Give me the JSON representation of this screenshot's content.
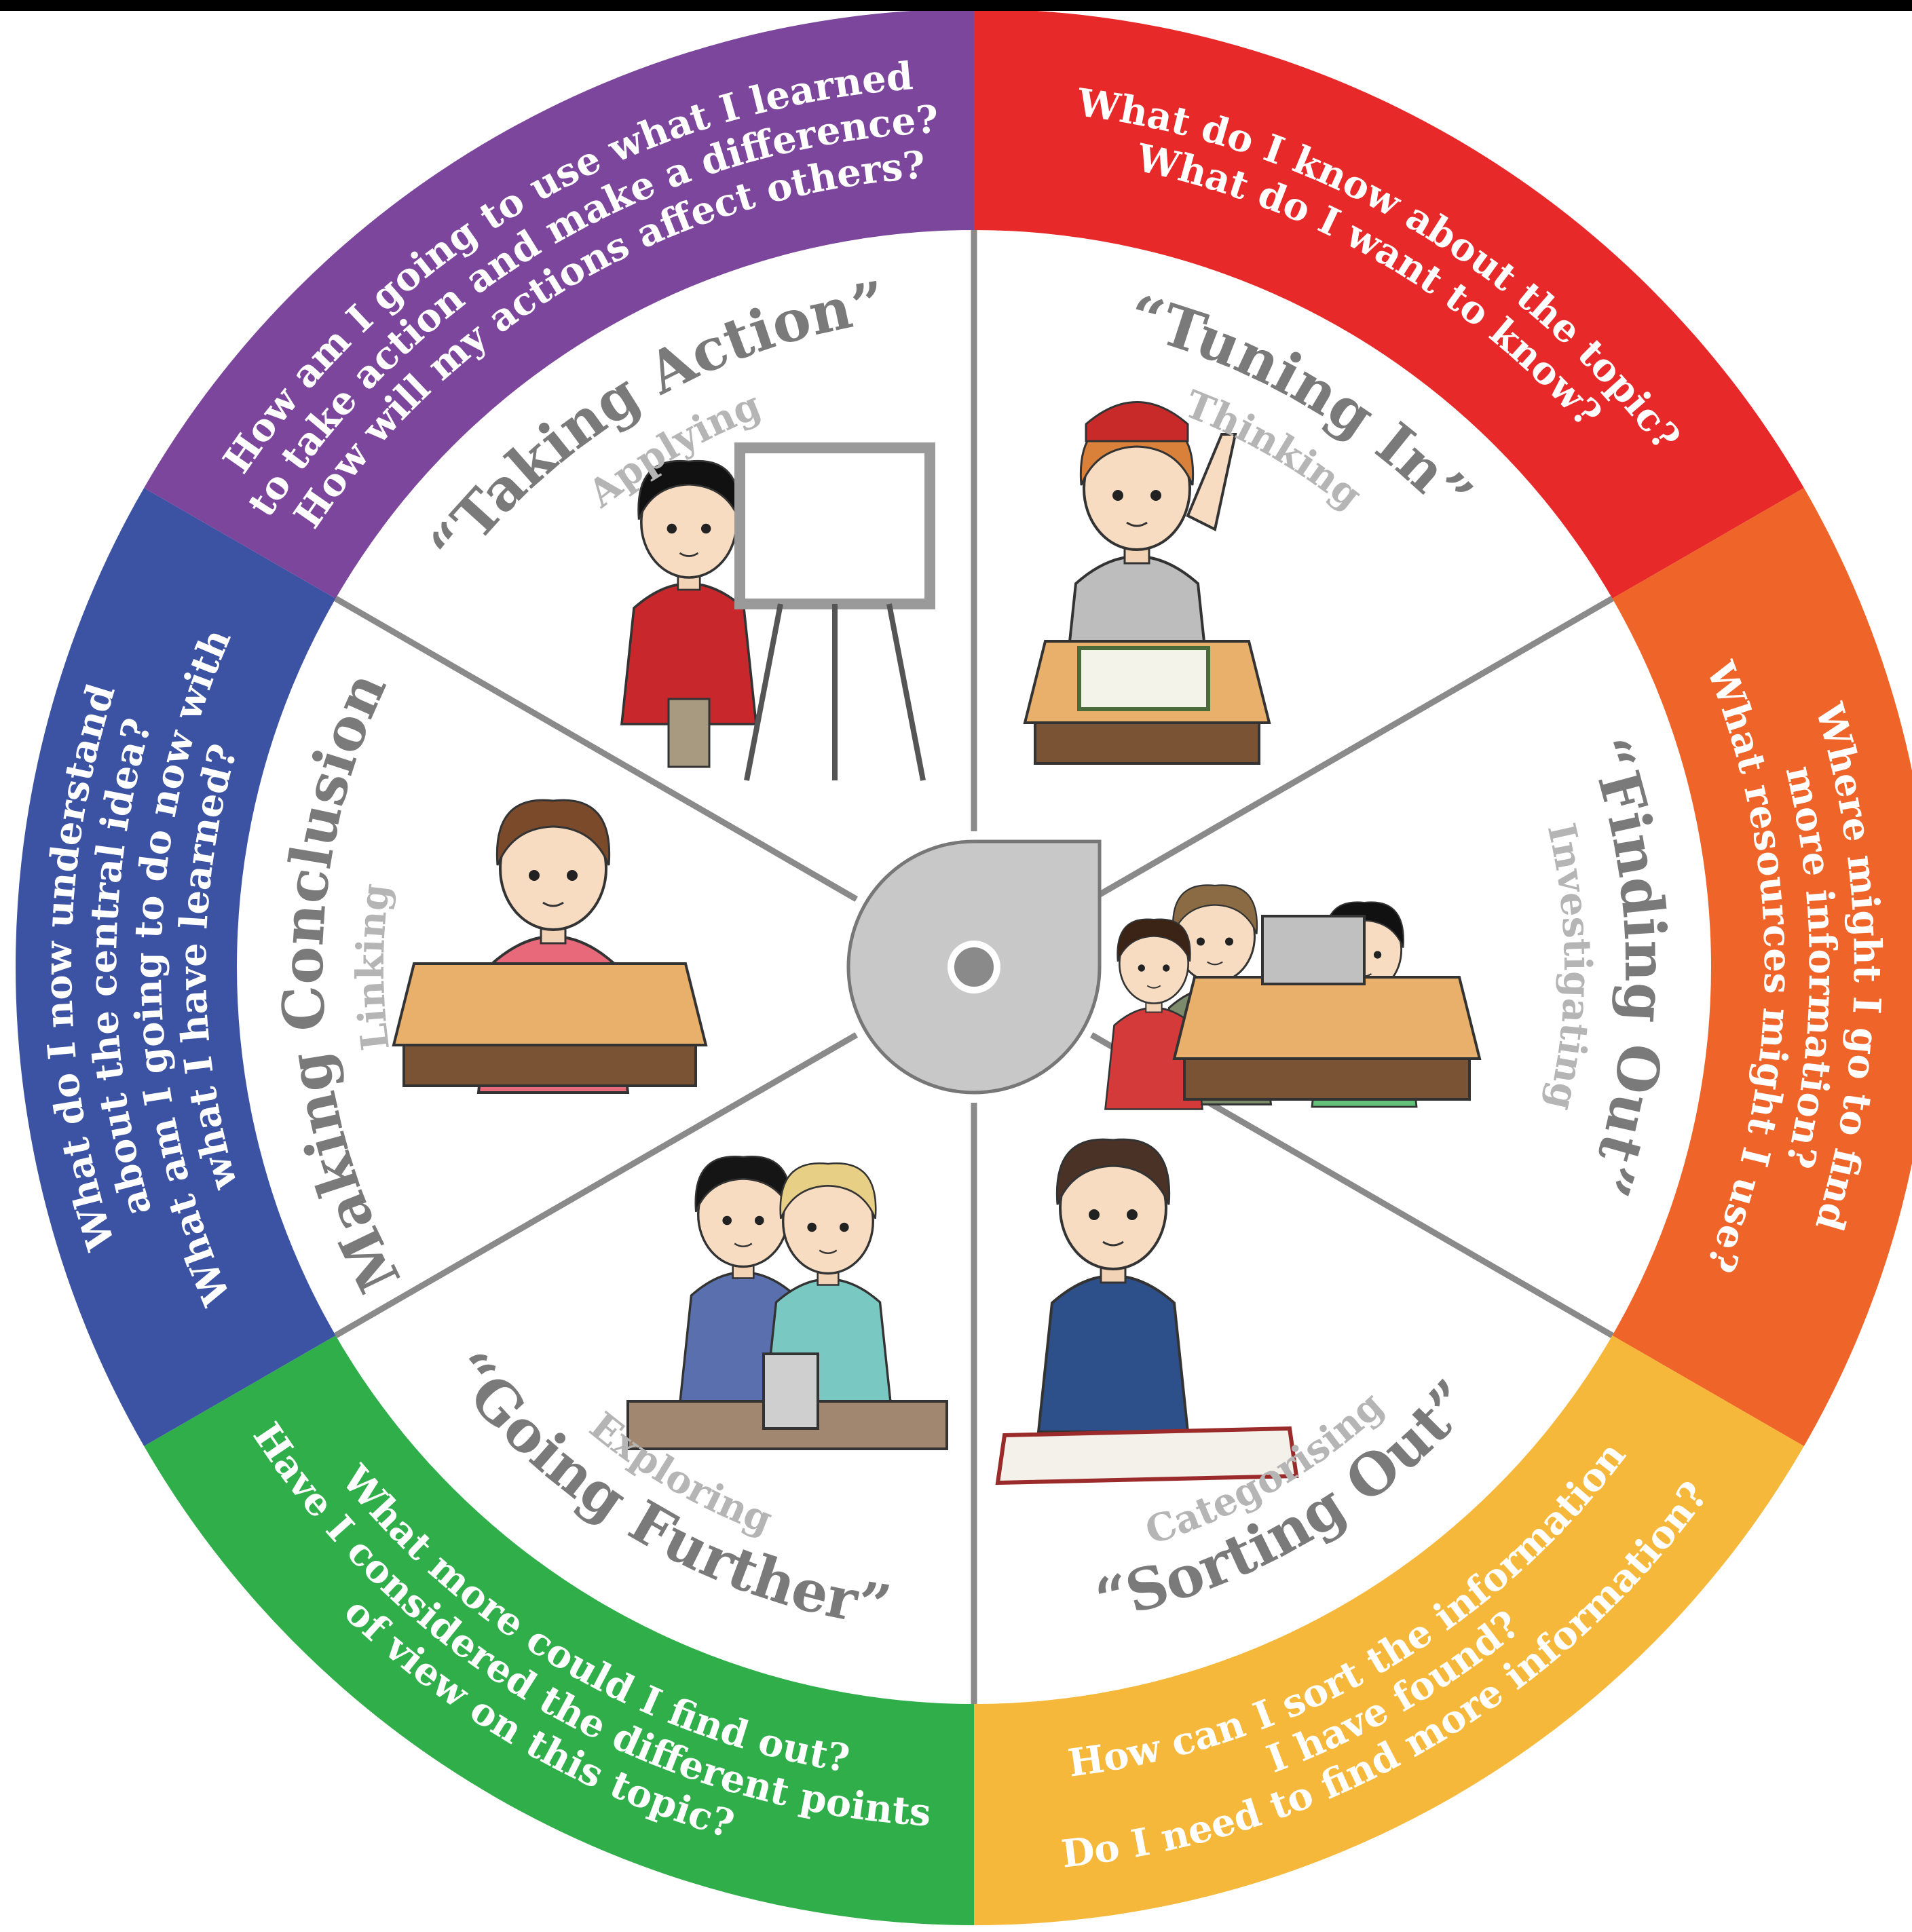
{
  "segments": [
    {
      "id": "tuning-in",
      "color": "#e8292a",
      "stage": "“Tuning In”",
      "sub": "Thinking",
      "questions": [
        "What do I know about the topic?",
        "What do I want to know?"
      ]
    },
    {
      "id": "finding-out",
      "color": "#ef6429",
      "stage": "“Finding Out”",
      "sub": "Investigating",
      "questions": [
        "Where might I go to find",
        "more information?",
        "What resources might I use?"
      ]
    },
    {
      "id": "sorting-out",
      "color": "#f6b83a",
      "stage": "“Sorting Out”",
      "sub": "Categorising",
      "questions": [
        "How can I sort the information",
        "I have found?",
        "Do I need to find more information?"
      ]
    },
    {
      "id": "going-further",
      "color": "#2fae4a",
      "stage": "“Going Further”",
      "sub": "Exploring",
      "questions": [
        "What more could I find out?",
        "Have I considered the different points",
        "of view on this topic?"
      ]
    },
    {
      "id": "making-conclusions",
      "color": "#3c53a4",
      "stage": "“Making Conclusions”",
      "sub": "Linking",
      "questions": [
        "What do I now understand",
        "about the central idea?",
        "What am I going to do now with",
        "what I have learned?"
      ]
    },
    {
      "id": "taking-action",
      "color": "#7b469b",
      "stage": "“Taking Action”",
      "sub": "Applying",
      "questions": [
        "How am I going to use what I learned",
        "to take action and make a difference?",
        "How will my actions affect others?"
      ]
    }
  ],
  "colors": {
    "divider": "#8a8a8a",
    "hub": "#c8c8c8",
    "hub_center": "#8a8a8a",
    "desk": "#e8b06a",
    "desk_front": "#7a5234"
  }
}
